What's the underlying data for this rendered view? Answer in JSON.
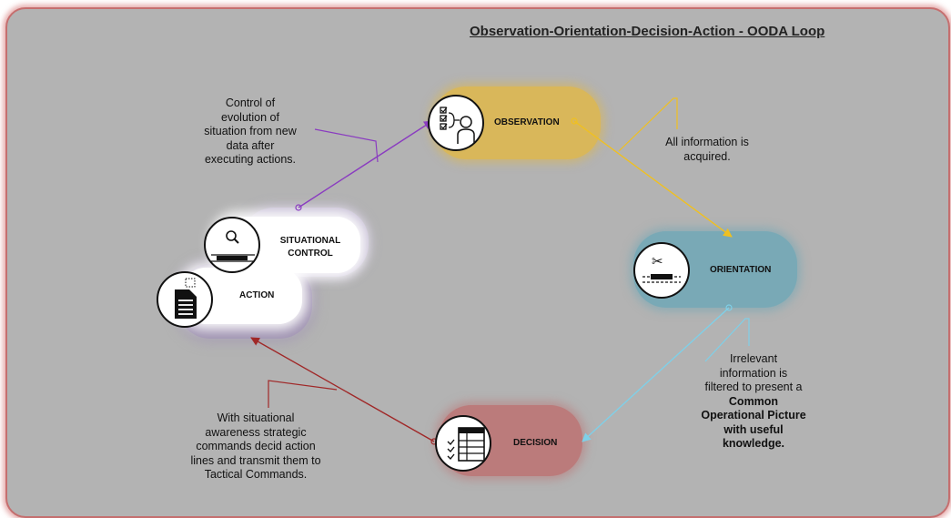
{
  "title": "Observation-Orientation-Decision-Action - OODA Loop",
  "nodes": {
    "observation": "OBSERVATION",
    "orientation": "ORIENTATION",
    "decision": "DECISION",
    "action": "ACTION",
    "control_line1": "SITUATIONAL",
    "control_line2": "CONTROL"
  },
  "notes": {
    "acquired": [
      "All  information is",
      "acquired."
    ],
    "control": [
      "Control of",
      "evolution of",
      "situation from new",
      "data after",
      "executing actions."
    ],
    "irrelevant_plain": [
      "Irrelevant",
      "information is",
      "filtered to present a"
    ],
    "irrelevant_bold": [
      "Common",
      "Operational Picture",
      "with useful",
      "knowledge."
    ],
    "strategic": [
      "With situational",
      "awareness strategic",
      "commands decid  action",
      "lines and transmit them to",
      "Tactical Commands."
    ]
  },
  "icons": {
    "observation": "checklist-person-icon",
    "orientation": "scissors-cut-icon",
    "decision": "checklist-table-icon",
    "action": "document-icon",
    "control": "magnifier-icon"
  },
  "colors": {
    "background": "#b3b3b3",
    "frame_border": "#c56f6f",
    "observation": "#d9b75a",
    "orientation": "#79a9b6",
    "decision": "#bb7b7b",
    "action": "#a397b4",
    "arrow_observation_orientation": "#f0c020",
    "arrow_orientation_decision": "#7fd0e8",
    "arrow_decision_action": "#a02828",
    "arrow_control_observation": "#8a3cc0"
  }
}
